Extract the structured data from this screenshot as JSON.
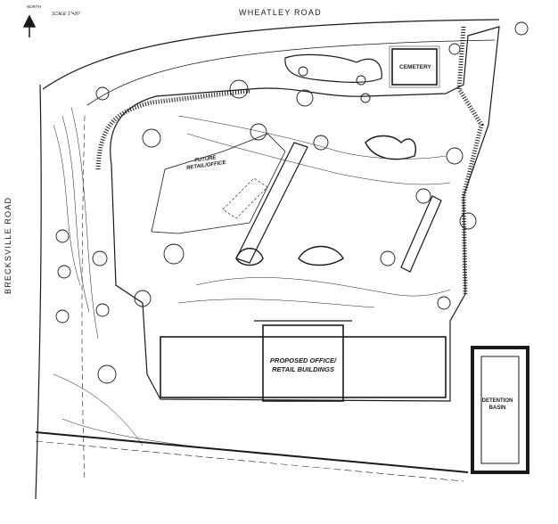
{
  "plan": {
    "road_north": "WHEATLEY ROAD",
    "road_west": "BRECKSVILLE ROAD",
    "building_label": "PROPOSED OFFICE/ RETAIL BUILDINGS",
    "cemetery_label": "CEMETERY",
    "detention_label": "DETENTION BASIN",
    "future_label": "FUTURE RETAIL/OFFICE",
    "north_label": "NORTH",
    "scale_label": "SCALE 1\"=20'"
  }
}
